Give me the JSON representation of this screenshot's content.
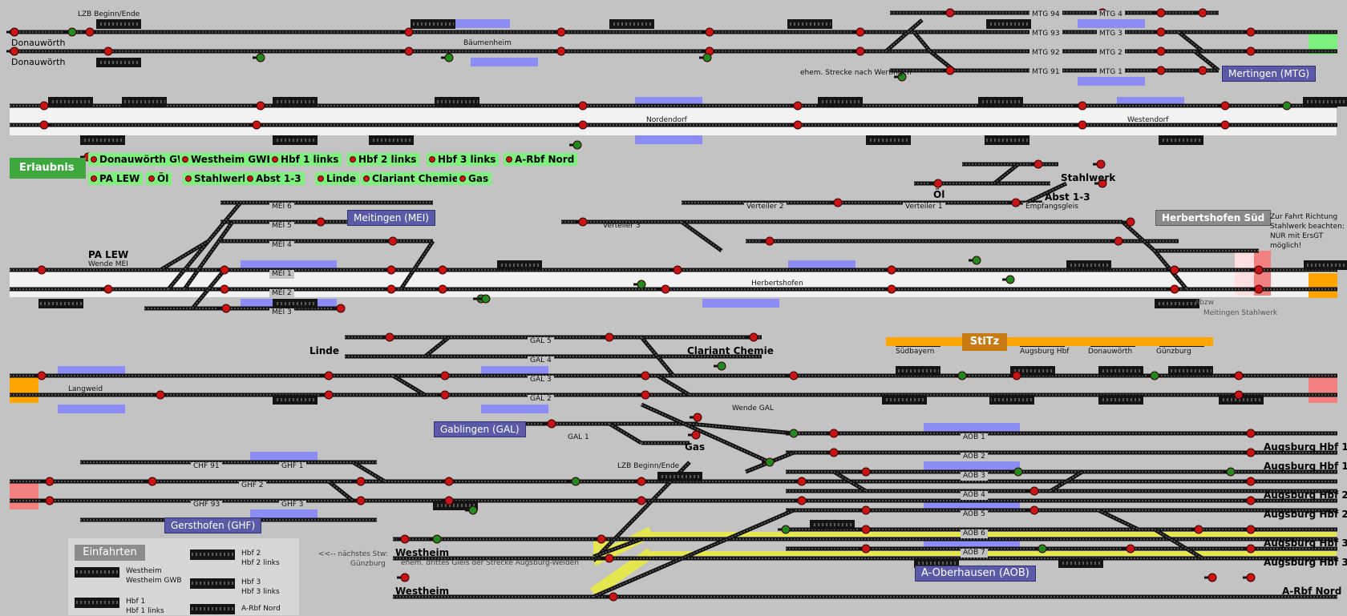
{
  "labels": {
    "lzb_top": "LZB Beginn/Ende",
    "baeumenheim": "Bäumenheim",
    "ehem_strecke": "ehem. Strecke nach Wertingen",
    "nordendorf": "Nordendorf",
    "westendorf": "Westendorf",
    "verteiler3": "Verteiler 3",
    "verteiler2": "Verteiler 2",
    "verteiler1": "Verteiler 1",
    "empfangsgleis": "Empfangsgleis",
    "herbertshofen": "Herbertshofen",
    "abzw": "Abzw",
    "meitingen_stahlwerk": "Meitingen Stahlwerk",
    "langweid": "Langweid",
    "wende_gal": "Wende GAL",
    "wende_mei": "Wende MEI",
    "lzb_bottom": "LZB Beginn/Ende",
    "naechstes_stw": "<<-- nächstes Stw:",
    "guenzburg_stw": "Günzburg",
    "ehem_drittes": "ehem. drittes Gleis der Strecke Augsburg-Welden"
  },
  "places": {
    "donauwoerth_top": "Donauwörth",
    "donauwoerth_bottom": "Donauwörth",
    "oel_top": "Öl",
    "stahlwerk_top": "Stahlwerk",
    "abst13_top": "Abst 1-3",
    "pa_lew": "PA LEW",
    "linde": "Linde",
    "clariant": "Clariant Chemie",
    "gas": "Gas",
    "westheim1": "Westheim",
    "westheim2": "Westheim",
    "aug1a": "Augsburg Hbf 1",
    "aug1b": "Augsburg Hbf 1",
    "aug2a": "Augsburg Hbf 2",
    "aug2b": "Augsburg Hbf 2",
    "aug3a": "Augsburg Hbf 3",
    "aug3b": "Augsburg Hbf 3",
    "arbf": "A-Rbf Nord"
  },
  "stations": {
    "mertingen": "Mertingen (MTG)",
    "meitingen": "Meitingen (MEI)",
    "gablingen": "Gablingen (GAL)",
    "gersthofen": "Gersthofen (GHF)",
    "aob": "A-Oberhausen (AOB)",
    "herbertshofen_sued": "Herbertshofen Süd"
  },
  "erlaubnis": {
    "title": "Erlaubnis",
    "row1": [
      "Donauwörth GWB",
      "Westheim GWB",
      "Hbf 1 links",
      "Hbf 2 links",
      "Hbf 3 links",
      "A-Rbf Nord"
    ],
    "row2": [
      "PA LEW",
      "Öl",
      "Stahlwerk",
      "Abst 1-3",
      "Linde",
      "Clariant Chemie",
      "Gas"
    ]
  },
  "tracks": {
    "mtg": [
      "MTG 94",
      "MTG 93",
      "MTG 92",
      "MTG 91",
      "MTG 4",
      "MTG 3",
      "MTG 2",
      "MTG 1"
    ],
    "mei": [
      "MEI 6",
      "MEI 5",
      "MEI 4",
      "MEI 1",
      "MEI 2",
      "MEI 3"
    ],
    "gal": [
      "GAL 5",
      "GAL 4",
      "GAL 3",
      "GAL 2",
      "GAL 1"
    ],
    "ghf": [
      "CHF 91",
      "GHF 1",
      "GHF 2",
      "GHF 93",
      "GHF 3"
    ],
    "aob": [
      "AOB 1",
      "AOB 2",
      "AOB 3",
      "AOB 4",
      "AOB 5",
      "AOB 6",
      "AOB 7"
    ]
  },
  "stitz": {
    "title": "StiTz",
    "items": [
      "Südbayern",
      "Augsburg Hbf",
      "Donauwörth",
      "Günzburg"
    ]
  },
  "hs_note": [
    "Zur Fahrt Richtung",
    "Stahlwerk beachten:",
    "NUR mit ErsGT",
    "möglich!"
  ],
  "legend": {
    "title": "Einfahrten",
    "items": [
      {
        "a": "Westheim",
        "b": "Westheim GWB"
      },
      {
        "a": "Hbf 1",
        "b": "Hbf 1 links"
      },
      {
        "a": "Hbf 2",
        "b": "Hbf 2 links"
      },
      {
        "a": "Hbf 3",
        "b": "Hbf 3 links"
      },
      {
        "a": "A-Rbf Nord",
        "b": ""
      }
    ]
  },
  "colors": {
    "background": "#c3c3c3",
    "station_box": "#5a5aa8",
    "permission_green": "#7ef07e",
    "signal_red": "#c81414",
    "signal_green": "#1f8a1f",
    "occupancy_blue": "#8c8cf5",
    "route_yellow": "#e6e650",
    "stitz_orange": "#ffa500"
  }
}
